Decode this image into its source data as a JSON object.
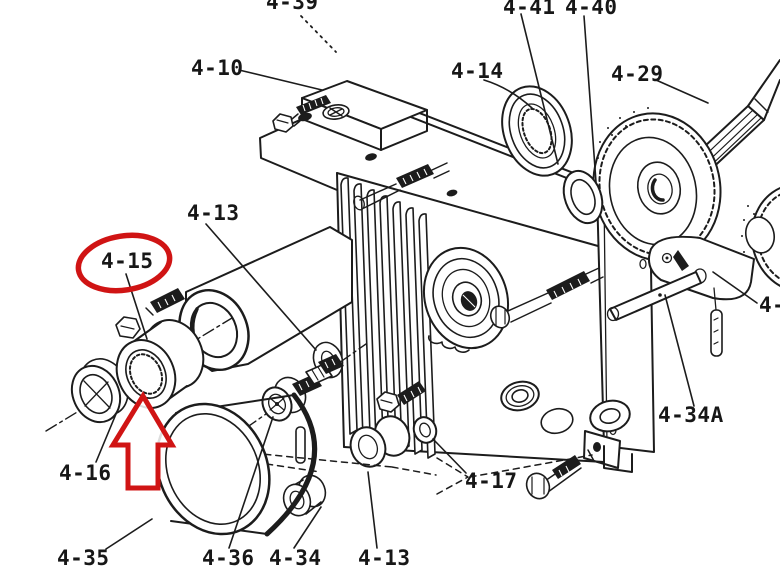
{
  "diagram": {
    "kind": "exploded-parts-diagram",
    "colors": {
      "ink": "#1c1c1c",
      "paper": "#ffffff",
      "highlight": "#d01414"
    },
    "annotations": {
      "circled_label": "4-15",
      "arrow_direction": "up",
      "highlight_color": "#d01414"
    }
  },
  "labels": [
    {
      "id": "part-4-39",
      "text": "4-39"
    },
    {
      "id": "part-4-41",
      "text": "4-41"
    },
    {
      "id": "part-4-40",
      "text": "4-40"
    },
    {
      "id": "part-4-10",
      "text": "4-10"
    },
    {
      "id": "part-4-14",
      "text": "4-14"
    },
    {
      "id": "part-4-29",
      "text": "4-29"
    },
    {
      "id": "part-4-13-upper",
      "text": "4-13"
    },
    {
      "id": "part-4-15",
      "text": "4-15"
    },
    {
      "id": "part-4-16",
      "text": "4-16"
    },
    {
      "id": "part-4-34A",
      "text": "4-34A"
    },
    {
      "id": "part-4-35",
      "text": "4-35"
    },
    {
      "id": "part-4-36",
      "text": "4-36"
    },
    {
      "id": "part-4-34",
      "text": "4-34"
    },
    {
      "id": "part-4-13-lower",
      "text": "4-13"
    },
    {
      "id": "part-4-17",
      "text": "4-17"
    },
    {
      "id": "part-4-partial",
      "text": "4-"
    }
  ]
}
